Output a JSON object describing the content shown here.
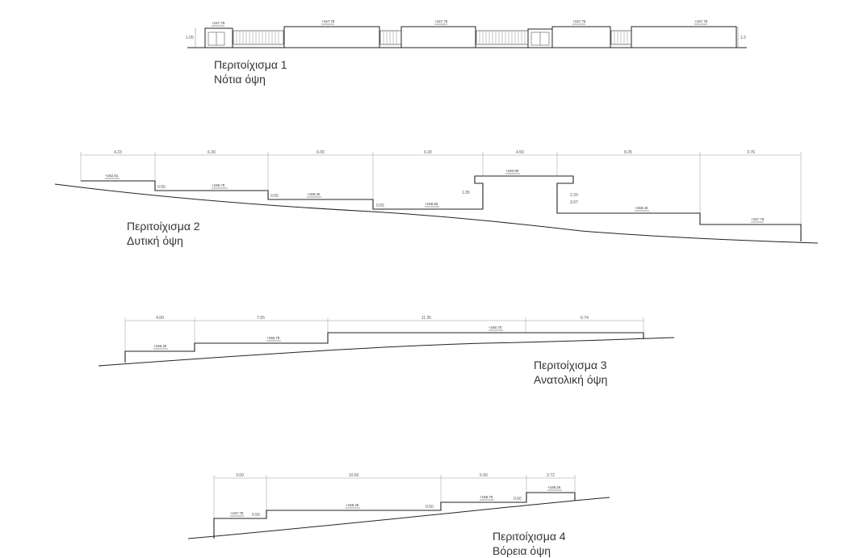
{
  "elevations": [
    {
      "id": "wall1",
      "title": "Περιτοίχισμα 1",
      "subtitle": "Νότια όψη",
      "levels": [
        "+157.75",
        "+157.75",
        "+157.75",
        "+157.75",
        "+157.75"
      ],
      "heights": [
        "1.05",
        "1.5"
      ]
    },
    {
      "id": "wall2",
      "title": "Περιτοίχισμα 2",
      "subtitle": "Δυτική όψη",
      "dims": [
        "4.23",
        "6.30",
        "6.00",
        "6.30",
        "4.50",
        "8.25",
        "3.76"
      ],
      "levels": [
        "+162.81",
        "+159.75",
        "+159.20",
        "+158.65",
        "+160.69",
        "+158.40",
        "+157.75"
      ],
      "heights": [
        "0.55",
        "0.55",
        "0.55",
        "1.95",
        "2.20",
        "3.07"
      ]
    },
    {
      "id": "wall3",
      "title": "Περιτοίχισμα 3",
      "subtitle": "Ανατολική όψη",
      "dims": [
        "4.00",
        "7.65",
        "11.35",
        "6.74"
      ],
      "levels": [
        "+156.25",
        "+158.75",
        "+160.70"
      ]
    },
    {
      "id": "wall4",
      "title": "Περιτοίχισμα 4",
      "subtitle": "Βόρεια όψη",
      "dims": [
        "3.00",
        "10.00",
        "5.00",
        "2.72"
      ],
      "levels": [
        "+157.75",
        "+158.25",
        "+158.75",
        "+158.25"
      ],
      "heights": [
        "0.50",
        "0.50",
        "0.50"
      ]
    }
  ]
}
